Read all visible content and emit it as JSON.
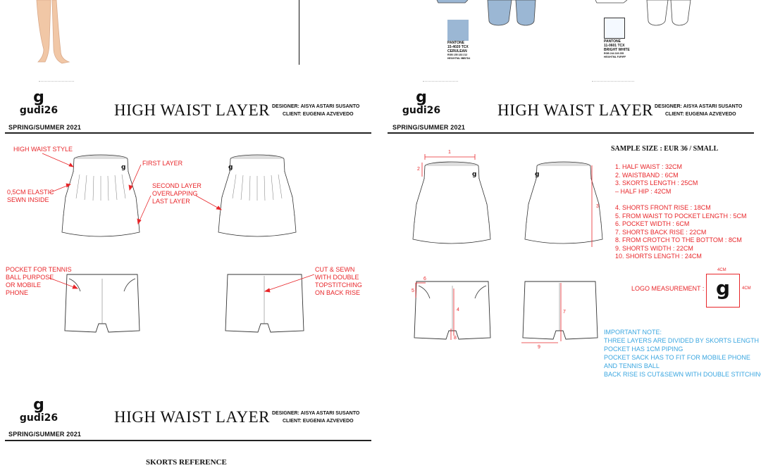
{
  "brand": {
    "logo_mark": "g",
    "wordmark": "gudi26",
    "season": "SPRING/SUMMER 2021"
  },
  "sheet": {
    "title": "HIGH WAIST LAYER",
    "designer": "DESIGNER: AISYA ASTARI SUSANTO",
    "client": "CLIENT: EUGENIA AZVEVEDO"
  },
  "pantones": [
    {
      "name": "PANTONE",
      "code": "15-4020 TCX",
      "color_name": "CERULEAN",
      "rgb": "RGB 155 183 212",
      "hex_line": "HEX/HTML 9BB7D4",
      "color": "#9bb7d4"
    },
    {
      "name": "PANTONE",
      "code": "11-0601 TCX",
      "color_name": "BRIGHT WHITE",
      "rgb": "RGB 244 249 255",
      "hex_line": "HEX/HTML F4F9FF",
      "color": "#f4f9ff"
    }
  ],
  "annotations": {
    "high_waist": "HIGH WAIST STYLE",
    "first_layer": "FIRST LAYER",
    "elastic": [
      "0,5CM ELASTIC",
      "SEWN INSIDE"
    ],
    "second_layer": [
      "SECOND LAYER",
      "OVERLAPPING",
      "LAST LAYER"
    ],
    "pocket": [
      "POCKET FOR TENNIS",
      "BALL PURPOSE",
      "OR MOBILE",
      "PHONE"
    ],
    "cut_sewn": [
      "CUT & SEWN",
      "WITH DOUBLE",
      "TOPSTITCHING",
      "ON BACK RISE"
    ]
  },
  "sample_size": "SAMPLE SIZE : EUR 36 / SMALL",
  "measurements": [
    "1. HALF WAIST  :  32CM",
    "2. WAISTBAND  :  6CM",
    "3. SKORTS LENGTH : 25CM",
    "– HALF HIP  :  42CM",
    "4. SHORTS FRONT RISE  :  18CM",
    "5. FROM WAIST TO POCKET LENGTH  :  5CM",
    "6. POCKET WIDTH  :  6CM",
    "7. SHORTS BACK RISE  :  22CM",
    "8. FROM CROTCH TO THE BOTTOM  :  8CM",
    "9. SHORTS WIDTH  :  22CM",
    "10. SHORTS LENGTH  :  24CM"
  ],
  "logo_measurement": {
    "label": "LOGO MEASUREMENT :",
    "width": "4CM",
    "height": "4CM"
  },
  "important_note": [
    "IMPORTANT NOTE:",
    "THREE LAYERS ARE DIVIDED BY SKORTS LENGTH",
    "POCKET HAS 1CM PIPING",
    "POCKET SACK HAS TO FIT FOR MOBILE PHONE",
    "AND TENNIS BALL",
    "BACK RISE IS CUT&SEWN WITH DOUBLE STITCHING"
  ],
  "dimension_labels": [
    "1",
    "2",
    "3",
    "4",
    "5",
    "6",
    "7",
    "8",
    "9"
  ],
  "reference_title": "SKORTS REFERENCE"
}
